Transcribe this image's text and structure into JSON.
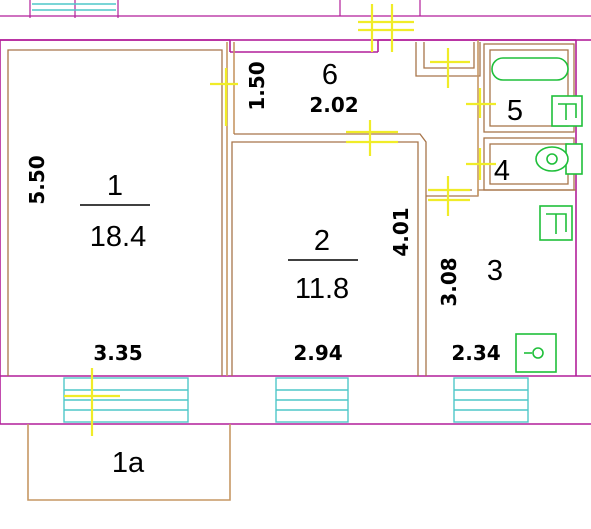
{
  "rooms": [
    {
      "id": "room-1",
      "number": "1",
      "area": "18.4",
      "width": "3.35",
      "depth": "5.50"
    },
    {
      "id": "room-2",
      "number": "2",
      "area": "11.8",
      "width": "2.94",
      "depth": "4.01"
    },
    {
      "id": "room-3",
      "number": "3",
      "width": "2.34",
      "depth": "3.08"
    },
    {
      "id": "room-4",
      "number": "4"
    },
    {
      "id": "room-5",
      "number": "5"
    },
    {
      "id": "room-6",
      "number": "6",
      "width": "2.02",
      "depth": "1.50"
    },
    {
      "id": "balcony",
      "number": "1a"
    }
  ]
}
